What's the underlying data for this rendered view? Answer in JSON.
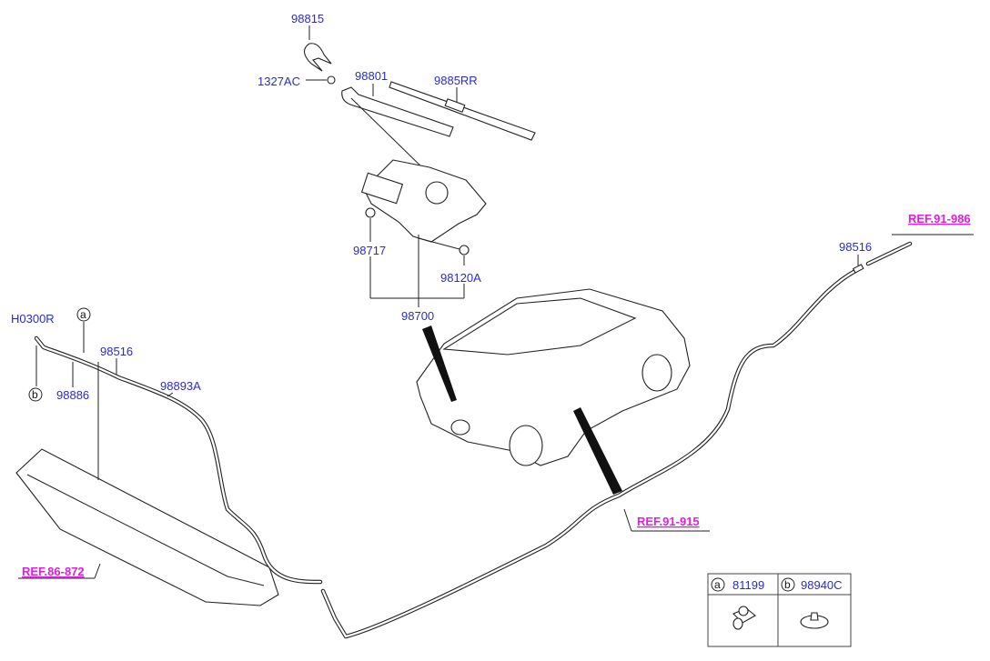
{
  "labels": {
    "p98815": "98815",
    "p1327AC": "1327AC",
    "p98801": "98801",
    "p9885RR": "9885RR",
    "p98717": "98717",
    "p98120A": "98120A",
    "p98700": "98700",
    "pH0300R": "H0300R",
    "p98516_left": "98516",
    "p98886": "98886",
    "p98893A": "98893A",
    "p98516_right": "98516",
    "callout_a": "a",
    "callout_b": "b"
  },
  "references": {
    "ref_91_986": "REF.91-986",
    "ref_91_915": "REF.91-915",
    "ref_86_872": "REF.86-872"
  },
  "legend": [
    {
      "key": "a",
      "part": "81199"
    },
    {
      "key": "b",
      "part": "98940C"
    }
  ],
  "colors": {
    "part_label": "#2a2ad0",
    "reference_label": "#e01ee0"
  }
}
